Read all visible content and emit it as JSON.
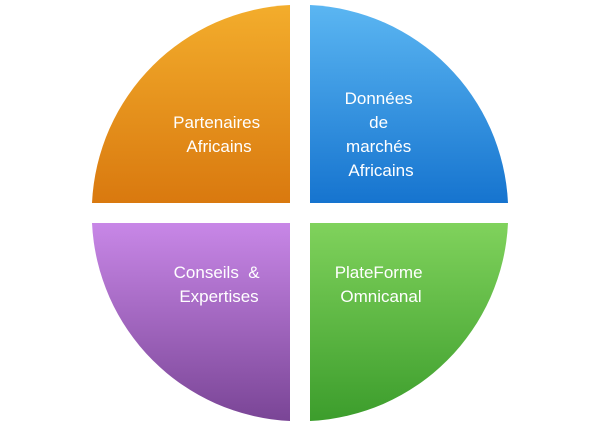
{
  "quadrants": [
    {
      "position": "top-left",
      "lines": [
        "Partenaires",
        "Africains"
      ],
      "colors": {
        "light": "#f3ad2c",
        "dark": "#d9790f"
      }
    },
    {
      "position": "top-right",
      "lines": [
        "Données",
        "de",
        "marchés",
        "Africains"
      ],
      "colors": {
        "light": "#5bb6f2",
        "dark": "#1674cf"
      }
    },
    {
      "position": "bottom-left",
      "lines": [
        "Conseils  &",
        "Expertises"
      ],
      "colors": {
        "light": "#c887e7",
        "dark": "#7a4596"
      }
    },
    {
      "position": "bottom-right",
      "lines": [
        "PlateForme",
        "Omnicanal"
      ],
      "colors": {
        "light": "#80d25c",
        "dark": "#3c9d2c"
      }
    }
  ]
}
